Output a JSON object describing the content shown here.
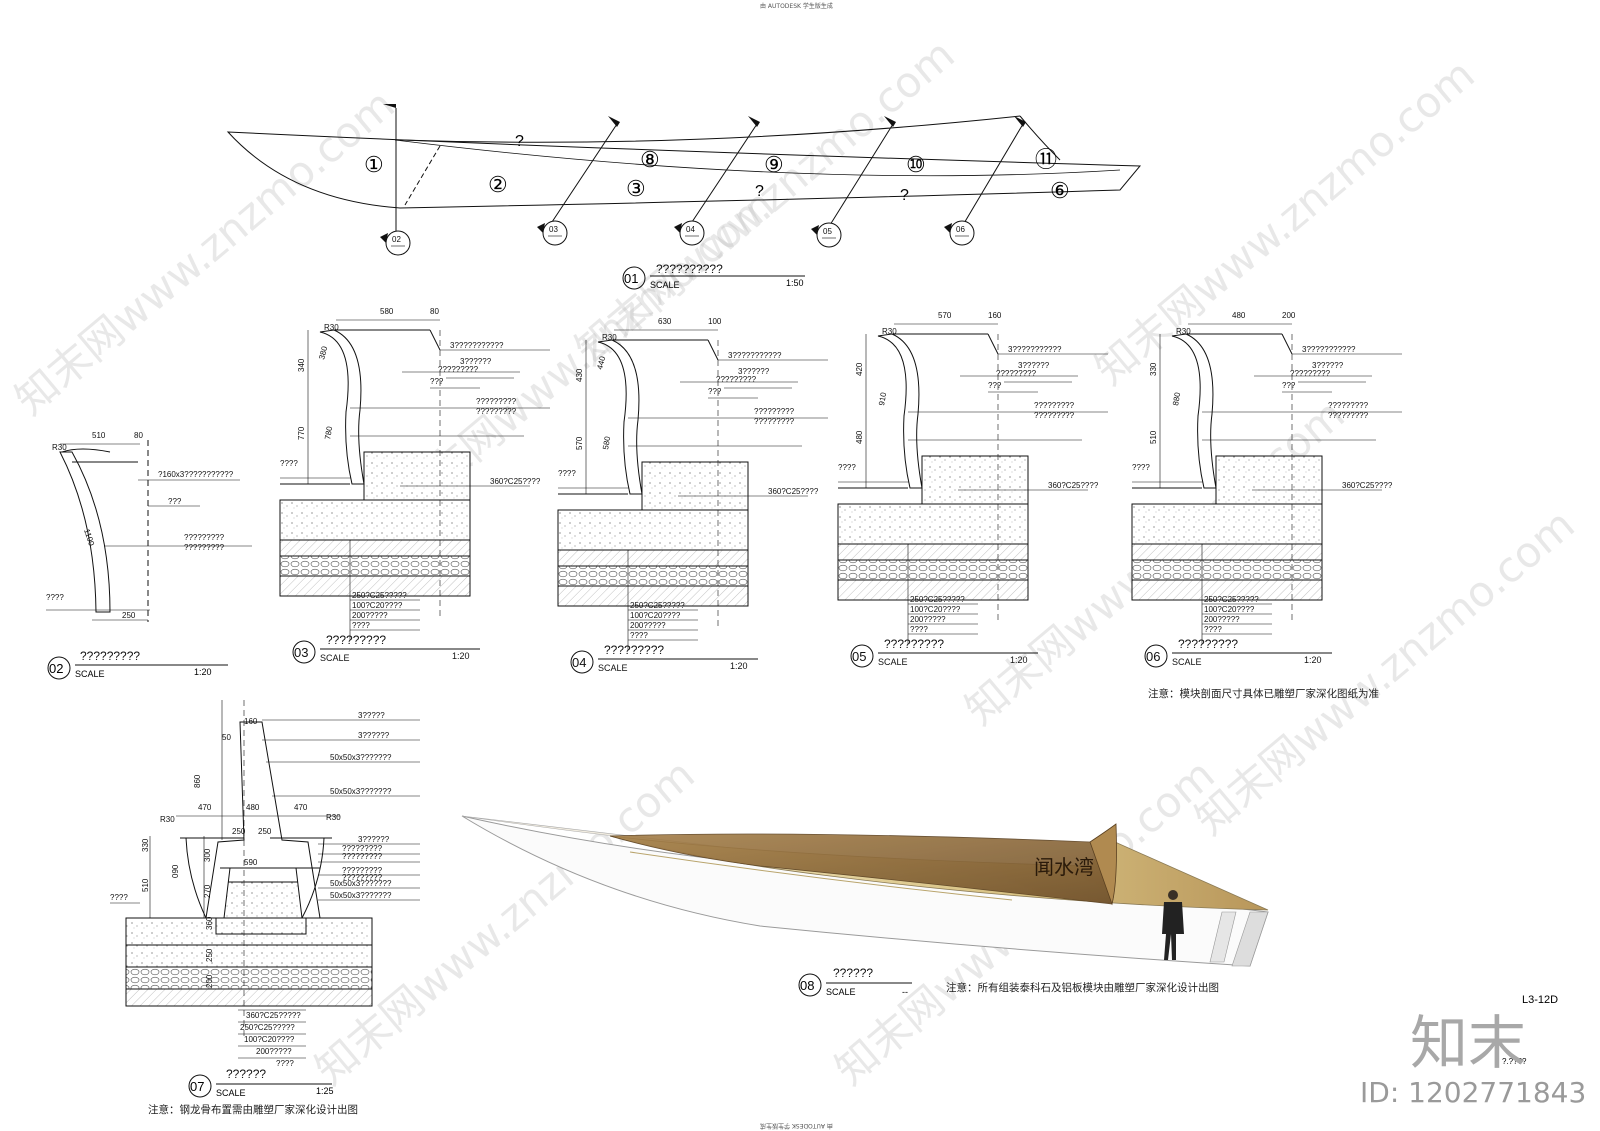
{
  "header": {
    "autodesk_top": "由 AUTODESK 学生版生成",
    "autodesk_bottom": "由 AUTODESK 学生版生成"
  },
  "plan": {
    "number": "01",
    "title": "??????????",
    "scale_label": "SCALE",
    "scale": "1:50",
    "zones": [
      "①",
      "②",
      "③",
      "⑧",
      "⑨",
      "⑩",
      "⑪",
      "⑥"
    ],
    "questions": [
      "?",
      "?",
      "?"
    ],
    "markers": [
      "02",
      "03",
      "04",
      "05",
      "06"
    ]
  },
  "sections": [
    {
      "number": "02",
      "title": "?????????",
      "scale_label": "SCALE",
      "scale": "1:20",
      "dims": [
        "510",
        "80",
        "250",
        "1100",
        "R30"
      ],
      "labels": [
        "?160x3???????????",
        "???",
        "?????????",
        "?????????",
        "????"
      ]
    },
    {
      "number": "03",
      "title": "?????????",
      "scale_label": "SCALE",
      "scale": "1:20",
      "dims": [
        "580",
        "80",
        "340",
        "770",
        "380",
        "780",
        "R30"
      ],
      "labels": [
        "3???????????",
        "3??????",
        "?????????",
        "???",
        "?????????",
        "?????????",
        "????",
        "360?C25????"
      ],
      "base": [
        "250?C25?????",
        "100?C20????",
        "200?????",
        "????"
      ]
    },
    {
      "number": "04",
      "title": "?????????",
      "scale_label": "SCALE",
      "scale": "1:20",
      "dims": [
        "630",
        "100",
        "430",
        "570",
        "440",
        "580",
        "R30"
      ],
      "labels": [
        "3???????????",
        "3??????",
        "?????????",
        "???",
        "?????????",
        "?????????",
        "????",
        "360?C25????"
      ],
      "base": [
        "250?C25?????",
        "100?C20????",
        "200?????",
        "????"
      ]
    },
    {
      "number": "05",
      "title": "?????????",
      "scale_label": "SCALE",
      "scale": "1:20",
      "dims": [
        "570",
        "160",
        "420",
        "480",
        "910",
        "R30"
      ],
      "labels": [
        "3???????????",
        "3??????",
        "?????????",
        "???",
        "?????????",
        "?????????",
        "????",
        "360?C25????"
      ],
      "base": [
        "250?C25?????",
        "100?C20????",
        "200?????",
        "????"
      ]
    },
    {
      "number": "06",
      "title": "?????????",
      "scale_label": "SCALE",
      "scale": "1:20",
      "dims": [
        "480",
        "200",
        "330",
        "510",
        "880",
        "R30"
      ],
      "labels": [
        "3???????????",
        "3??????",
        "?????????",
        "???",
        "?????????",
        "?????????",
        "????",
        "360?C25????"
      ],
      "base": [
        "250?C25?????",
        "100?C20????",
        "200?????",
        "????"
      ]
    }
  ],
  "note_06": "注意：模块剖面尺寸具体已雕塑厂家深化图纸为准",
  "detail07": {
    "number": "07",
    "title": "??????",
    "scale_label": "SCALE",
    "scale": "1:25",
    "dims": [
      "160",
      "50",
      "860",
      "470",
      "480",
      "470",
      "R30",
      "R30",
      "330",
      "510",
      "300",
      "270",
      "250",
      "250",
      "590",
      "360",
      "250",
      "200",
      "090"
    ],
    "labels": [
      "3?????",
      "3??????",
      "50x50x3???????",
      "50x50x3???????",
      "3??????",
      "?????????",
      "?????????",
      "?????????",
      "50x50x3???????",
      "?????????",
      "50x50x3???????",
      "????"
    ],
    "base": [
      "360?C25?????",
      "250?C25?????",
      "100?C20????",
      "200?????",
      "????"
    ],
    "note": "注意：钢龙骨布置需由雕塑厂家深化设计出图"
  },
  "render08": {
    "number": "08",
    "title": "??????",
    "scale_label": "SCALE",
    "scale": "--",
    "sign": "闻水湾",
    "note": "注意：所有组装泰科石及铝板模块由雕塑厂家深化设计出图"
  },
  "sheet_id": "L3-12D",
  "sheet_stamp": "?.????",
  "watermark": "知末网www.znzmo.com",
  "brand_logo": "知末",
  "brand_id": "ID: 1202771843",
  "colors": {
    "line": "#111111",
    "wood": "#d8c38a",
    "wood_dark": "#8a6a3a",
    "sign": "#5a3f22",
    "watermark": "#bdbdbd"
  }
}
